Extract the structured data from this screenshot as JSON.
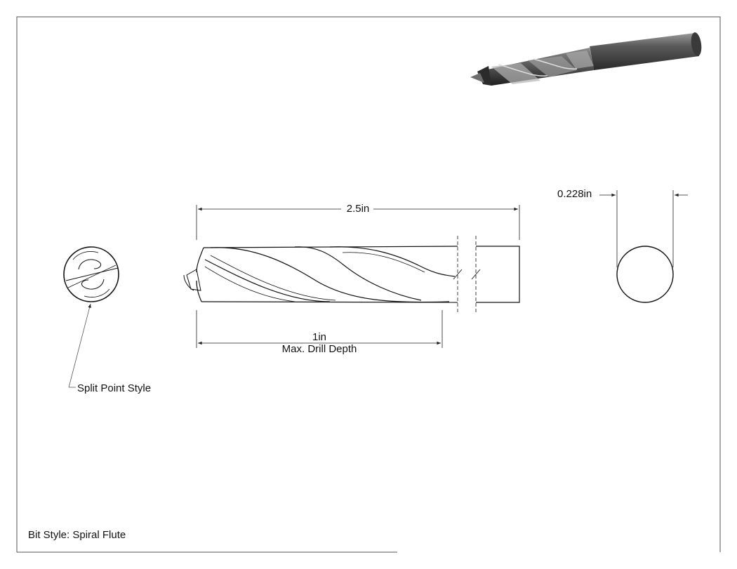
{
  "dimensions": {
    "overall_length": "2.5in",
    "diameter": "0.228in",
    "drill_depth_value": "1in",
    "drill_depth_caption": "Max. Drill Depth"
  },
  "callouts": {
    "point_style": "Split Point Style"
  },
  "title_block": {
    "bit_style": "Bit Style: Spiral Flute"
  }
}
